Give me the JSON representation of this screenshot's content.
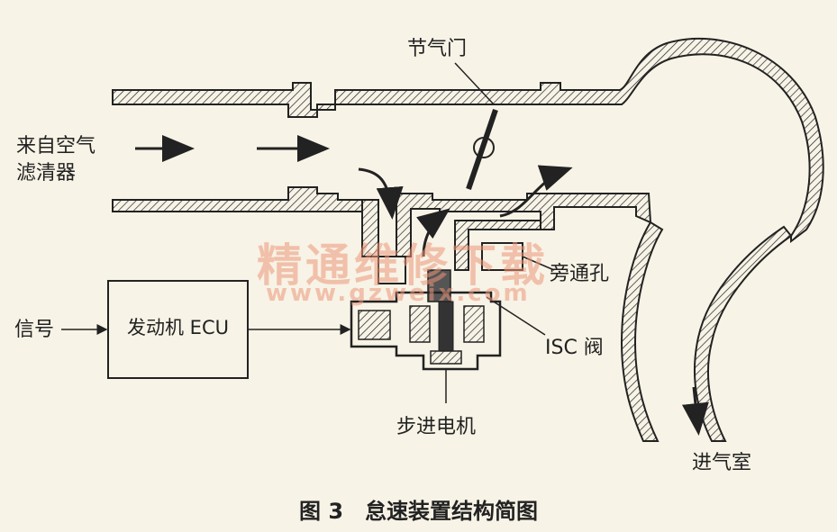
{
  "labels": {
    "air_from_filter_line1": "来自空气",
    "air_from_filter_line2": "滤清器",
    "throttle": "节气门",
    "bypass_hole": "旁通孔",
    "signal": "信号",
    "ecu": "发动机 ECU",
    "isc_valve": "ISC 阀",
    "stepper_motor": "步进电机",
    "intake_chamber": "进气室"
  },
  "caption": "图 3　怠速装置结构简图",
  "watermark": {
    "line1": "精通维修下载",
    "line2": "www.gzweix.com"
  },
  "colors": {
    "line": "#222222",
    "background": "#f7f3e6",
    "watermark": "#ec9678"
  }
}
